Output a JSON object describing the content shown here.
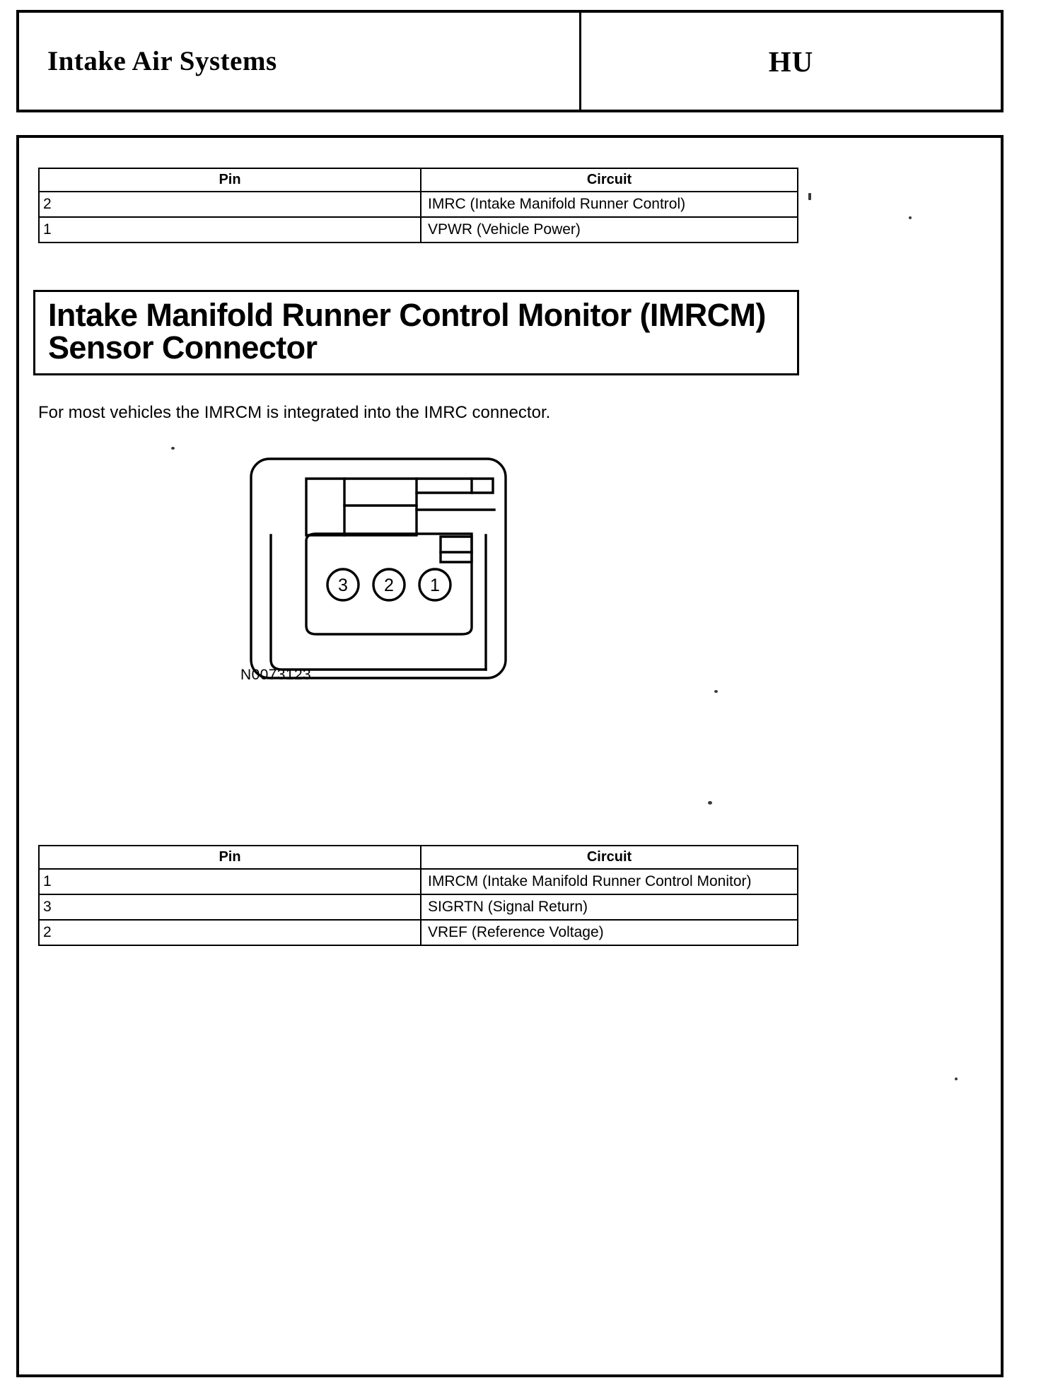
{
  "header": {
    "title": "Intake Air Systems",
    "code": "HU"
  },
  "table_one": {
    "columns": [
      "Pin",
      "Circuit"
    ],
    "rows": [
      {
        "pin": "2",
        "circuit": "IMRC (Intake Manifold Runner Control)"
      },
      {
        "pin": "1",
        "circuit": "VPWR (Vehicle Power)"
      }
    ]
  },
  "section": {
    "title": "Intake Manifold Runner Control Monitor (IMRCM) Sensor Connector",
    "note": "For most vehicles the IMRCM is integrated into the IMRC connector."
  },
  "figure": {
    "caption": "N0073123",
    "pin_labels": [
      "3",
      "2",
      "1"
    ]
  },
  "table_two": {
    "columns": [
      "Pin",
      "Circuit"
    ],
    "rows": [
      {
        "pin": "1",
        "circuit": "IMRCM (Intake Manifold Runner Control Monitor)"
      },
      {
        "pin": "3",
        "circuit": "SIGRTN (Signal Return)"
      },
      {
        "pin": "2",
        "circuit": "VREF (Reference Voltage)"
      }
    ]
  },
  "colors": {
    "ink": "#000000",
    "paper": "#ffffff"
  }
}
